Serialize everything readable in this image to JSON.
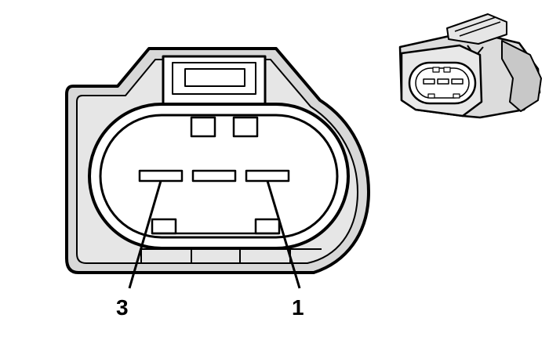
{
  "callouts": [
    {
      "id": "pin-3",
      "text": "3"
    },
    {
      "id": "pin-1",
      "text": "1"
    }
  ],
  "colors": {
    "line": "#000000",
    "body_shade": "#d8d8d8",
    "inner_shade": "#e6e6e6",
    "background": "#ffffff"
  }
}
